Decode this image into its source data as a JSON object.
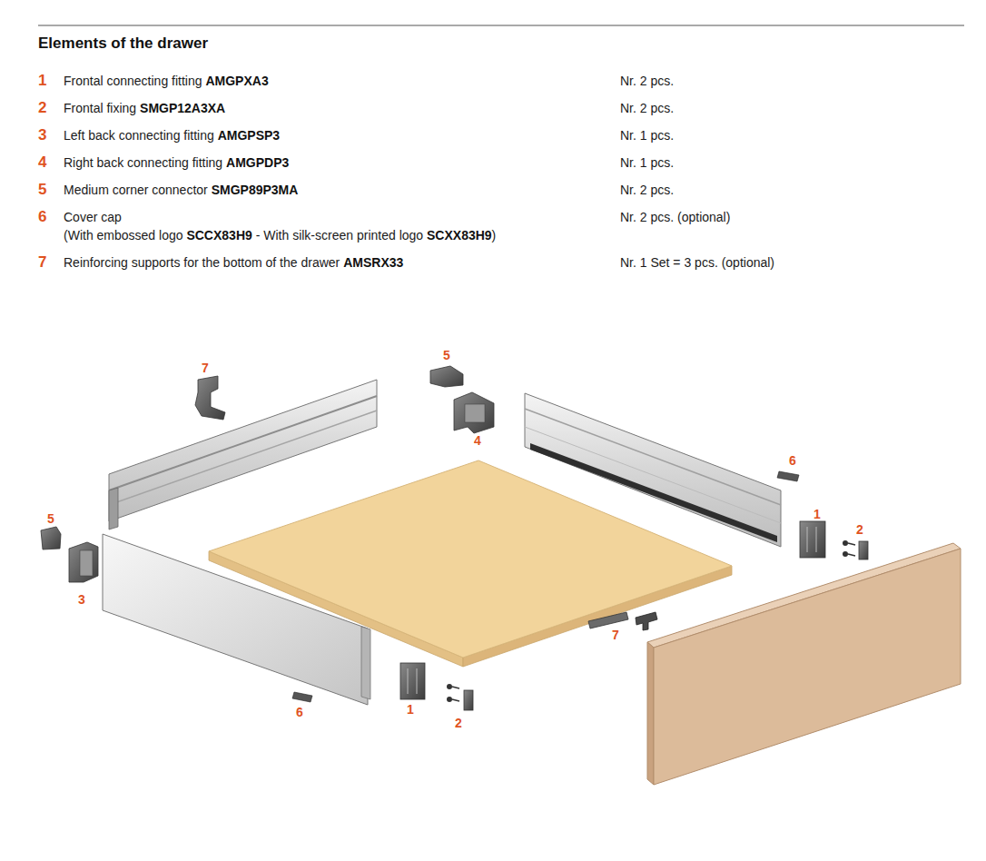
{
  "diagram": {
    "title": "Elements of the drawer",
    "labels": [
      "1",
      "Frontal connecting fitting",
      "AMGPXA3",
      "Nr. 2 pcs.",
      "2",
      "Frontal fixing",
      "SMGP12A3XA",
      "Nr. 2 pcs.",
      "3",
      "Left back connecting fitting",
      "AMGPSP3",
      "Nr. 1 pcs.",
      "4",
      "Right back connecting fitting",
      "AMGPDP3",
      "Nr. 1 pcs.",
      "5",
      "Medium corner connector",
      "SMGP89P3MA",
      "Nr. 2 pcs.",
      "6",
      "Cover cap",
      "(With embossed logo",
      "SCCX83H9",
      "- With silk-screen printed logo",
      "SCXX83H9",
      ")",
      "Nr. 2 pcs. (optional)",
      "7",
      "Reinforcing supports for the bottom of the drawer",
      "AMSRX33",
      "Nr. 1 Set = 3 pcs. (optional)",
      "7",
      "5",
      "4",
      "6",
      "1",
      "2",
      "5",
      "3",
      "6",
      "1",
      "2",
      "7"
    ]
  }
}
